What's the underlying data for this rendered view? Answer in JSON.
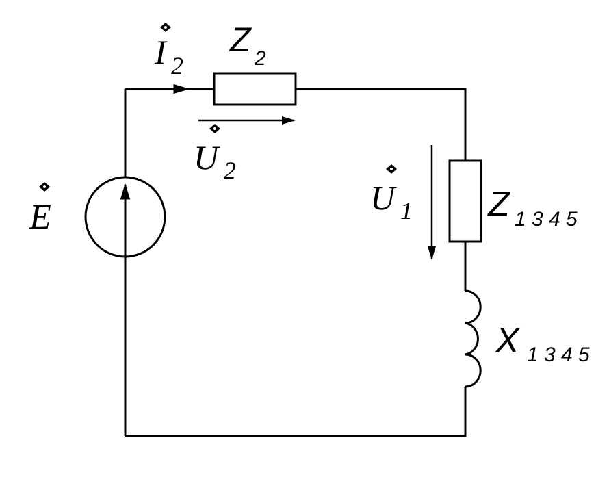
{
  "diagram": {
    "type": "electrical-circuit",
    "labels": {
      "current_i2": {
        "base": "I",
        "sub": "2"
      },
      "impedance_z2": {
        "base": "Z",
        "sub": "2"
      },
      "voltage_u2": {
        "base": "U",
        "sub": "2"
      },
      "source_e": {
        "base": "E"
      },
      "voltage_u1": {
        "base": "U",
        "sub": "1"
      },
      "impedance_z1345": {
        "base": "Z",
        "sub": "1 3 4 5"
      },
      "reactance_x1345": {
        "base": "X",
        "sub": "1 3 4 5"
      }
    }
  }
}
